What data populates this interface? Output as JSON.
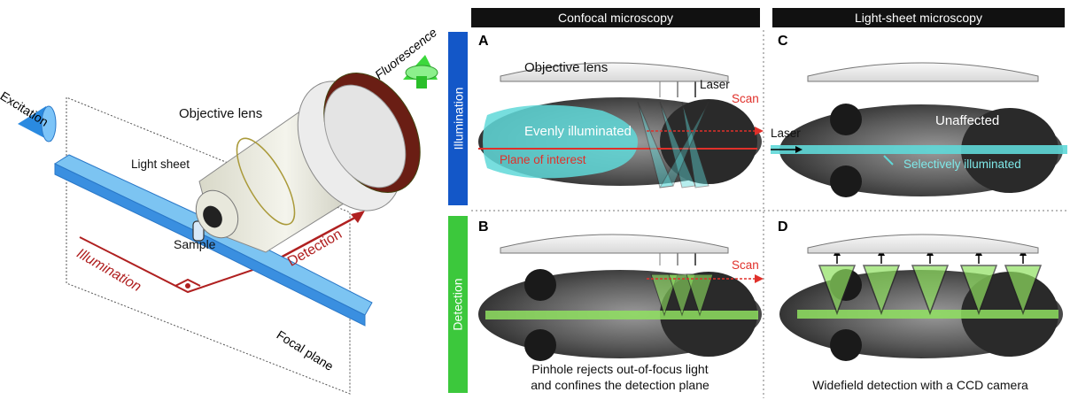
{
  "left": {
    "excitation": "Excitation",
    "fluorescence": "Fluorescence",
    "objective_lens": "Objective lens",
    "light_sheet": "Light sheet",
    "sample": "Sample",
    "detection": "Detection",
    "illumination": "Illumination",
    "focal_plane": "Focal plane"
  },
  "headers": {
    "confocal": "Confocal microscopy",
    "lightsheet": "Light-sheet microscopy"
  },
  "side_labels": {
    "illumination": "Illumination",
    "detection": "Detection"
  },
  "colors": {
    "illumination_bar": "#1357c8",
    "detection_bar": "#3cc83c",
    "scan_red": "#e0302a",
    "cyan": "#5fd8d8",
    "green": "#8fe060"
  },
  "panels": {
    "A": {
      "label": "A",
      "objective": "Objective lens",
      "laser": "Laser",
      "scan": "Scan",
      "evenly": "Evenly illuminated",
      "plane": "Plane of interest"
    },
    "B": {
      "label": "B",
      "scan": "Scan",
      "caption_line1": "Pinhole rejects out-of-focus light",
      "caption_line2": "and confines the detection plane"
    },
    "C": {
      "label": "C",
      "laser": "Laser",
      "unaffected": "Unaffected",
      "selective": "Selectively illuminated"
    },
    "D": {
      "label": "D",
      "caption": "Widefield detection with a CCD camera"
    }
  }
}
